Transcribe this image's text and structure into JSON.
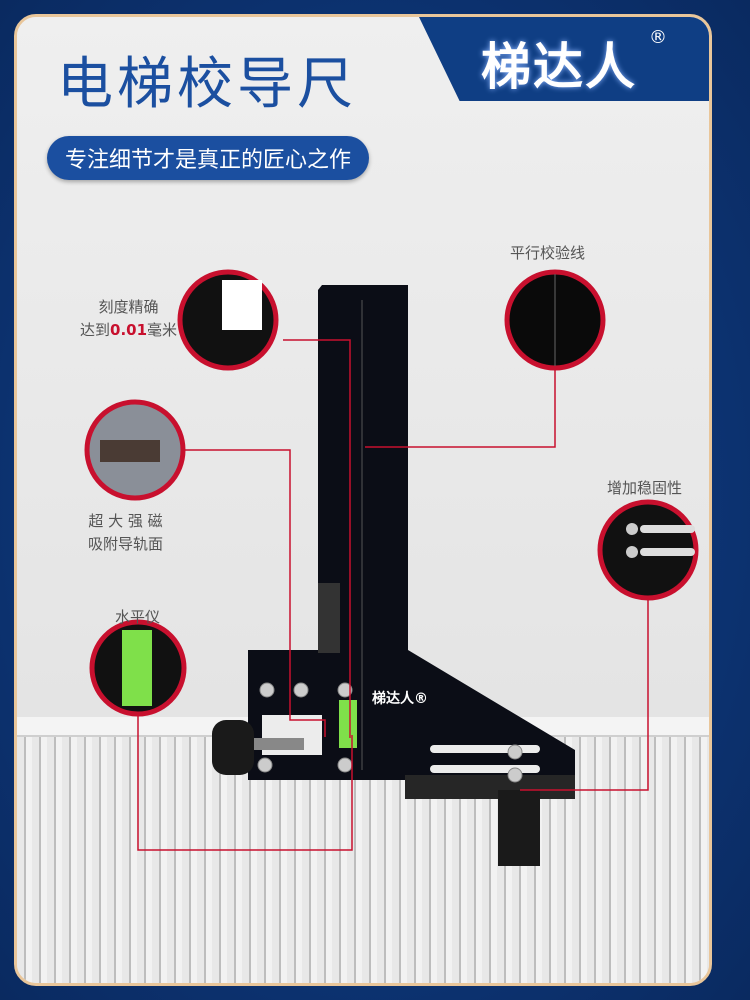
{
  "header": {
    "title": "电梯校导尺",
    "brand": "梯达人",
    "brand_mark": "®",
    "slogan": "专注细节才是真正的匠心之作"
  },
  "features": {
    "precision": {
      "line1": "刻度精确",
      "prefix": "达到",
      "value": "0.01",
      "suffix": "毫米"
    },
    "magnet": {
      "line1": "超 大 强 磁",
      "line2": "吸附导轨面"
    },
    "parallel": {
      "label": "平行校验线"
    },
    "stability": {
      "label": "增加稳固性"
    },
    "level": {
      "label": "水平仪"
    }
  },
  "product": {
    "logo": "梯达人®"
  },
  "colors": {
    "accent": "#c8102e",
    "brand_blue": "#1b4fa0",
    "frame": "#e9c69a"
  }
}
